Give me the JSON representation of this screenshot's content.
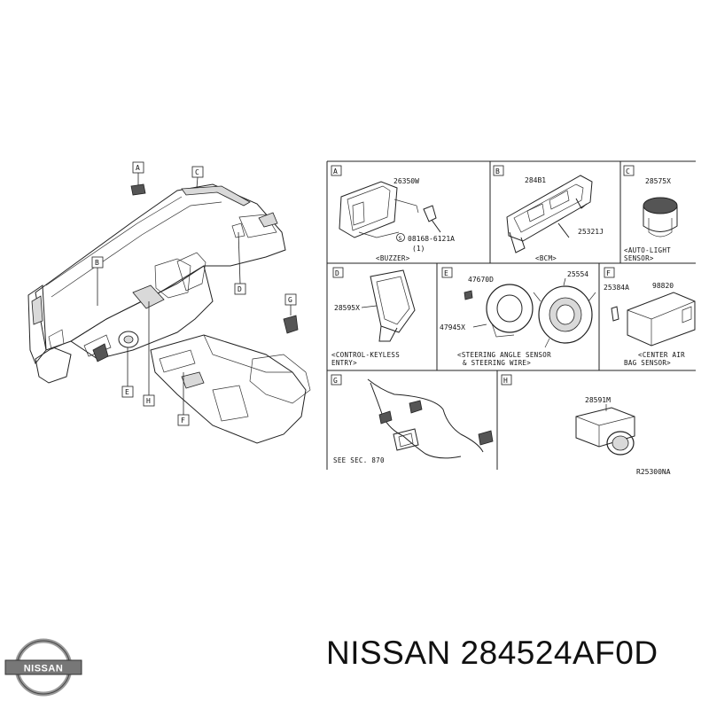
{
  "diagram": {
    "overview_callouts": [
      "A",
      "C",
      "B",
      "D",
      "G",
      "E",
      "H",
      "F"
    ],
    "panels": [
      {
        "letter": "A",
        "parts": [
          "26350W",
          "08168-6121A",
          "(1)"
        ],
        "caption": [
          "<BUZZER>"
        ]
      },
      {
        "letter": "B",
        "parts": [
          "284B1",
          "25321J"
        ],
        "caption": [
          "<BCM>"
        ]
      },
      {
        "letter": "C",
        "parts": [
          "28575X"
        ],
        "caption": [
          "<AUTO-LIGHT",
          "SENSOR>"
        ]
      },
      {
        "letter": "D",
        "parts": [
          "28595X"
        ],
        "caption": [
          "<CONTROL-KEYLESS",
          "ENTRY>"
        ]
      },
      {
        "letter": "E",
        "parts": [
          "47670D",
          "25554",
          "47945X"
        ],
        "caption": [
          "<STEERING ANGLE SENSOR",
          "& STEERING WIRE>"
        ]
      },
      {
        "letter": "F",
        "parts": [
          "25384A",
          "98820"
        ],
        "caption": [
          "<CENTER AIR",
          "BAG SENSOR>"
        ]
      },
      {
        "letter": "G",
        "parts": [],
        "caption": [
          "SEE SEC. 870"
        ]
      },
      {
        "letter": "H",
        "parts": [
          "28591M"
        ],
        "caption": []
      }
    ],
    "ref_code": "R25300NA"
  },
  "brand": {
    "logo_text": "NISSAN",
    "title": "NISSAN 284524AF0D"
  }
}
